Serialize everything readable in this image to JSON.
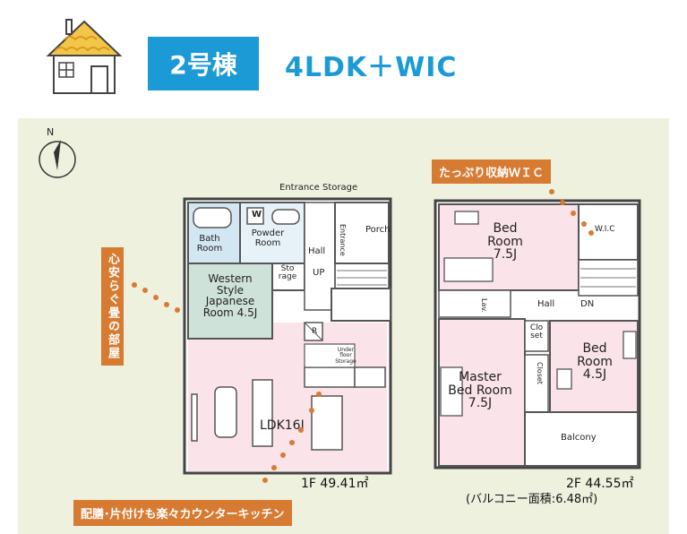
{
  "header": {
    "building_label": "2号棟",
    "layout_label": "4LDK＋WIC"
  },
  "callouts": {
    "wic": "たっぷり収納ＷＩＣ",
    "japanese_room": "心安らぐ畳の部屋",
    "counter_kitchen": "配膳･片付けも楽々カウンターキッチン"
  },
  "floor1": {
    "area": "1F  49.41㎡",
    "rooms": {
      "entrance_storage": "Entrance Storage",
      "bath": "Bath Room",
      "powder": "Powder Room",
      "w_mark": "W",
      "entrance": "Entrance",
      "porch": "Porch",
      "hall": "Hall",
      "up": "UP",
      "western": "Western Style Japanese Room 4.5J",
      "storage": "Sto rage",
      "ldk": "LDK16J",
      "underfloor": "Under floor Storage",
      "r_mark": "R"
    }
  },
  "floor2": {
    "area": "2F  44.55㎡",
    "balcony_note": "(バルコニー面積:6.48㎡)",
    "rooms": {
      "bed1": "Bed Room 7.5J",
      "wic": "W.I.C",
      "lav": "Lav.",
      "hall": "Hall",
      "dn": "DN",
      "closet_top": "Clo set",
      "closet_side": "Closet",
      "master": "Master Bed Room 7.5J",
      "bed2": "Bed Room 4.5J",
      "balcony": "Balcony"
    }
  },
  "compass": {
    "label": "N"
  }
}
